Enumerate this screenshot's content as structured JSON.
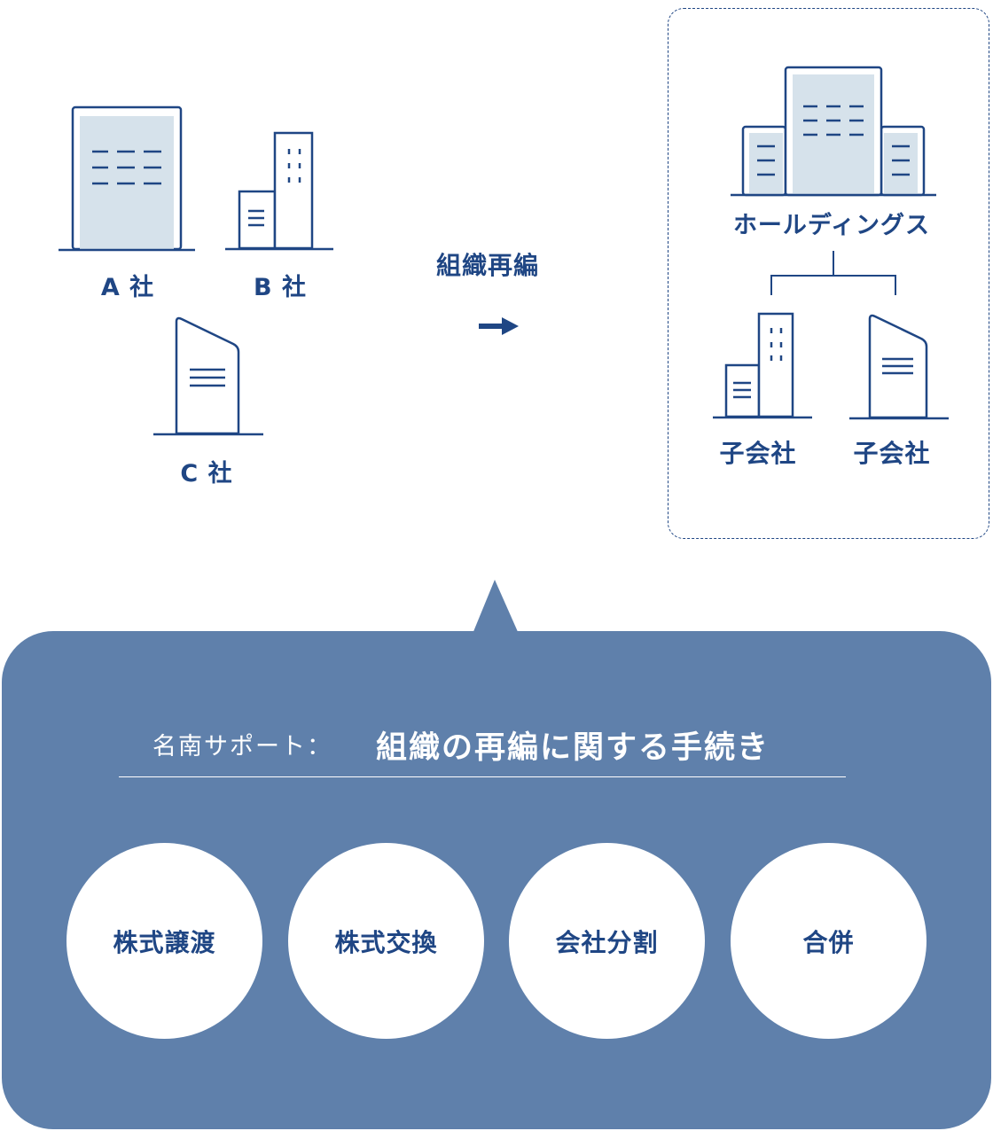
{
  "colors": {
    "navy": "#1f4684",
    "building_fill": "#d6e2eb",
    "panel_blue": "#5f80ab",
    "white": "#ffffff"
  },
  "before": {
    "companies": [
      {
        "label": "A 社"
      },
      {
        "label": "B 社"
      },
      {
        "label": "C 社"
      }
    ]
  },
  "transition": {
    "label": "組織再編"
  },
  "after": {
    "holdings_label": "ホールディングス",
    "subsidiaries": [
      {
        "label": "子会社"
      },
      {
        "label": "子会社"
      }
    ]
  },
  "panel": {
    "prefix": "名南サポート：",
    "title": "組織の再編に関する手続き",
    "procedures": [
      {
        "label": "株式譲渡"
      },
      {
        "label": "株式交換"
      },
      {
        "label": "会社分割"
      },
      {
        "label": "合併"
      }
    ]
  }
}
